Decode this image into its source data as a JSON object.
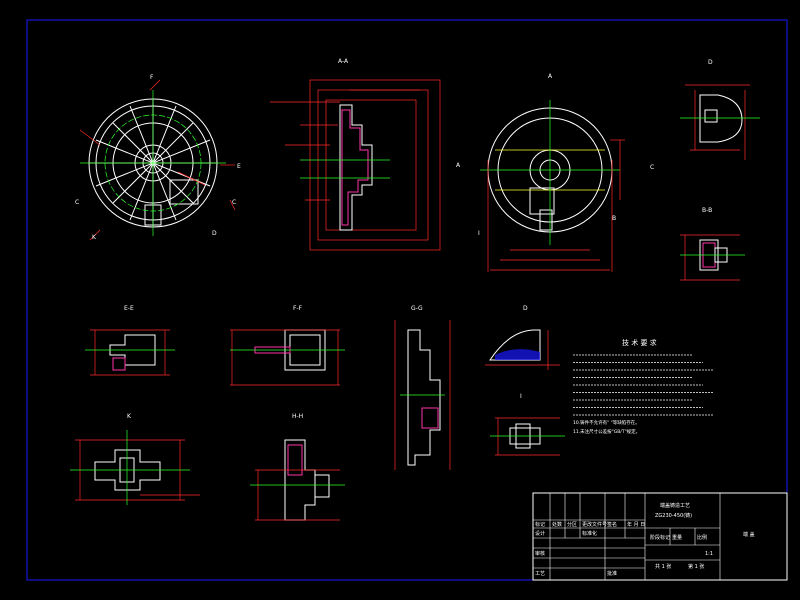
{
  "colors": {
    "background": "#000000",
    "frame": "#1a1aff",
    "outline": "#ffffff",
    "dimension": "#ff2a2a",
    "centerline": "#2aff2a",
    "hatch": "#ff33aa",
    "hidden": "#ffff33",
    "text": "#ffffff"
  },
  "view_labels": {
    "top_left_mark": "F",
    "section_aa": "A-A",
    "view_a_top": "A",
    "view_d": "D",
    "section_bb": "B-B",
    "section_ee": "E-E",
    "section_ff": "F-F",
    "section_gg": "G-G",
    "view_detail_d2": "D",
    "view_k": "K",
    "view_hh": "H-H",
    "view_i": "I",
    "mark_c_left": "C",
    "mark_c_right": "C",
    "mark_e": "E",
    "mark_k": "K",
    "mark_d": "D",
    "mark_a_left": "A",
    "mark_c_2": "C",
    "mark_i": "I",
    "mark_b": "B"
  },
  "technical_requirements": {
    "heading": "技 术 要 求",
    "note_10": "10.铸件不允许有\"  \"等缺陷存在。",
    "note_11": "11.未注尺寸公差按\"GB/T\"规定。"
  },
  "title_block": {
    "part_name_line1": "端盖铸造工艺",
    "part_name_line2": "ZG230-450(铸)",
    "drawing_title": "端 盖",
    "sheet_label": "第 1 张",
    "total_label": "共 1 张",
    "label_marks": "标记",
    "label_count": "处数",
    "label_zone": "分区",
    "label_change": "更改文件号",
    "label_sign": "签名",
    "label_date": "年 月 日",
    "label_design": "设计",
    "label_check": "审核",
    "label_process": "工艺",
    "label_standard": "标准化",
    "label_approve": "批准",
    "label_stage": "阶段标记",
    "label_weight": "重量",
    "label_scale": "比例",
    "scale_value": "1:1"
  }
}
